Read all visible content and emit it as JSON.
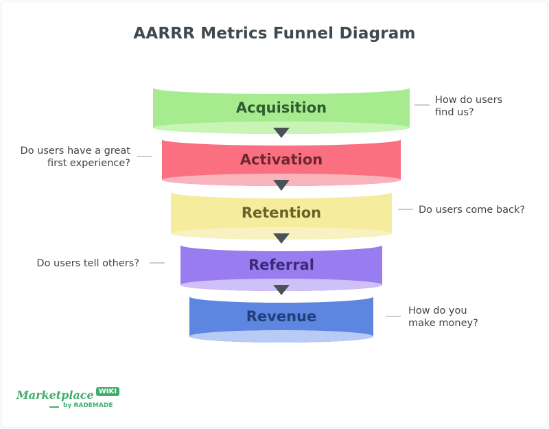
{
  "title": "AARRR Metrics Funnel Diagram",
  "stages": [
    {
      "label": "Acquisition",
      "question": "How do users\nfind us?",
      "side": "right",
      "top": "#a6ec8f",
      "bottom": "#c7f5b6",
      "text": "#2f5b2f"
    },
    {
      "label": "Activation",
      "question": "Do users have a great\nfirst experience?",
      "side": "left",
      "top": "#fb7080",
      "bottom": "#f9b3bd",
      "text": "#6b2630"
    },
    {
      "label": "Retention",
      "question": "Do users come back?",
      "side": "right",
      "top": "#f5ec9e",
      "bottom": "#f8f2c2",
      "text": "#6a6228"
    },
    {
      "label": "Referral",
      "question": "Do users tell others?",
      "side": "left",
      "top": "#9a7cf1",
      "bottom": "#cfc0f8",
      "text": "#3a2b78"
    },
    {
      "label": "Revenue",
      "question": "How do you\nmake money?",
      "side": "right",
      "top": "#5d86e0",
      "bottom": "#b7cbf5",
      "text": "#233f78"
    }
  ],
  "logo": {
    "word": "Marketplace",
    "badge": "WIKI",
    "by": "by RADEMADE"
  }
}
